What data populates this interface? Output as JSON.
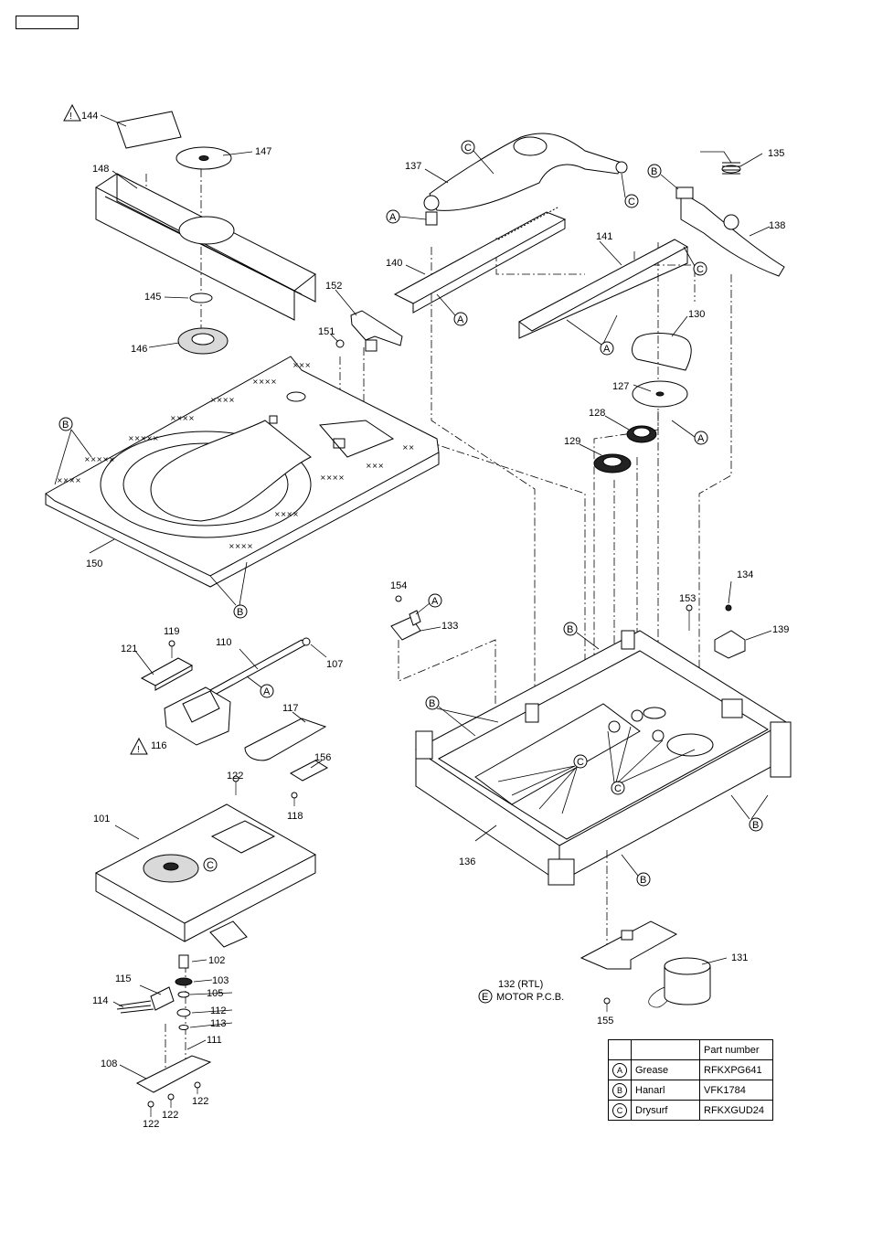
{
  "callouts": {
    "c101": "101",
    "c102": "102",
    "c103": "103",
    "c105": "105",
    "c107": "107",
    "c108": "108",
    "c110": "110",
    "c111": "111",
    "c112": "112",
    "c113": "113",
    "c114": "114",
    "c115": "115",
    "c116": "116",
    "c117": "117",
    "c118": "118",
    "c119": "119",
    "c121": "121",
    "c122a": "122",
    "c122b": "122",
    "c122c": "122",
    "c122d": "122",
    "c127": "127",
    "c128": "128",
    "c129": "129",
    "c130": "130",
    "c131": "131",
    "c132": "132 (RTL)",
    "c133": "133",
    "c134": "134",
    "c135": "135",
    "c136": "136",
    "c137": "137",
    "c138": "138",
    "c139": "139",
    "c140": "140",
    "c141": "141",
    "c144": "144",
    "c145": "145",
    "c146": "146",
    "c147": "147",
    "c148": "148",
    "c150": "150",
    "c151": "151",
    "c152": "152",
    "c153": "153",
    "c154": "154",
    "c155": "155",
    "c156": "156",
    "motor_pcb": "MOTOR P.C.B."
  },
  "markers": {
    "a": "A",
    "b": "B",
    "c": "C",
    "e": "E"
  },
  "table": {
    "header": [
      "",
      "",
      "Part number"
    ],
    "rows": [
      {
        "symbol": "A",
        "name": "Grease",
        "part": "RFKXPG641"
      },
      {
        "symbol": "B",
        "name": "Hanarl",
        "part": "VFK1784"
      },
      {
        "symbol": "C",
        "name": "Drysurf",
        "part": "RFKXGUD24"
      }
    ]
  },
  "icons": {
    "warning": "warning-triangle-icon"
  }
}
